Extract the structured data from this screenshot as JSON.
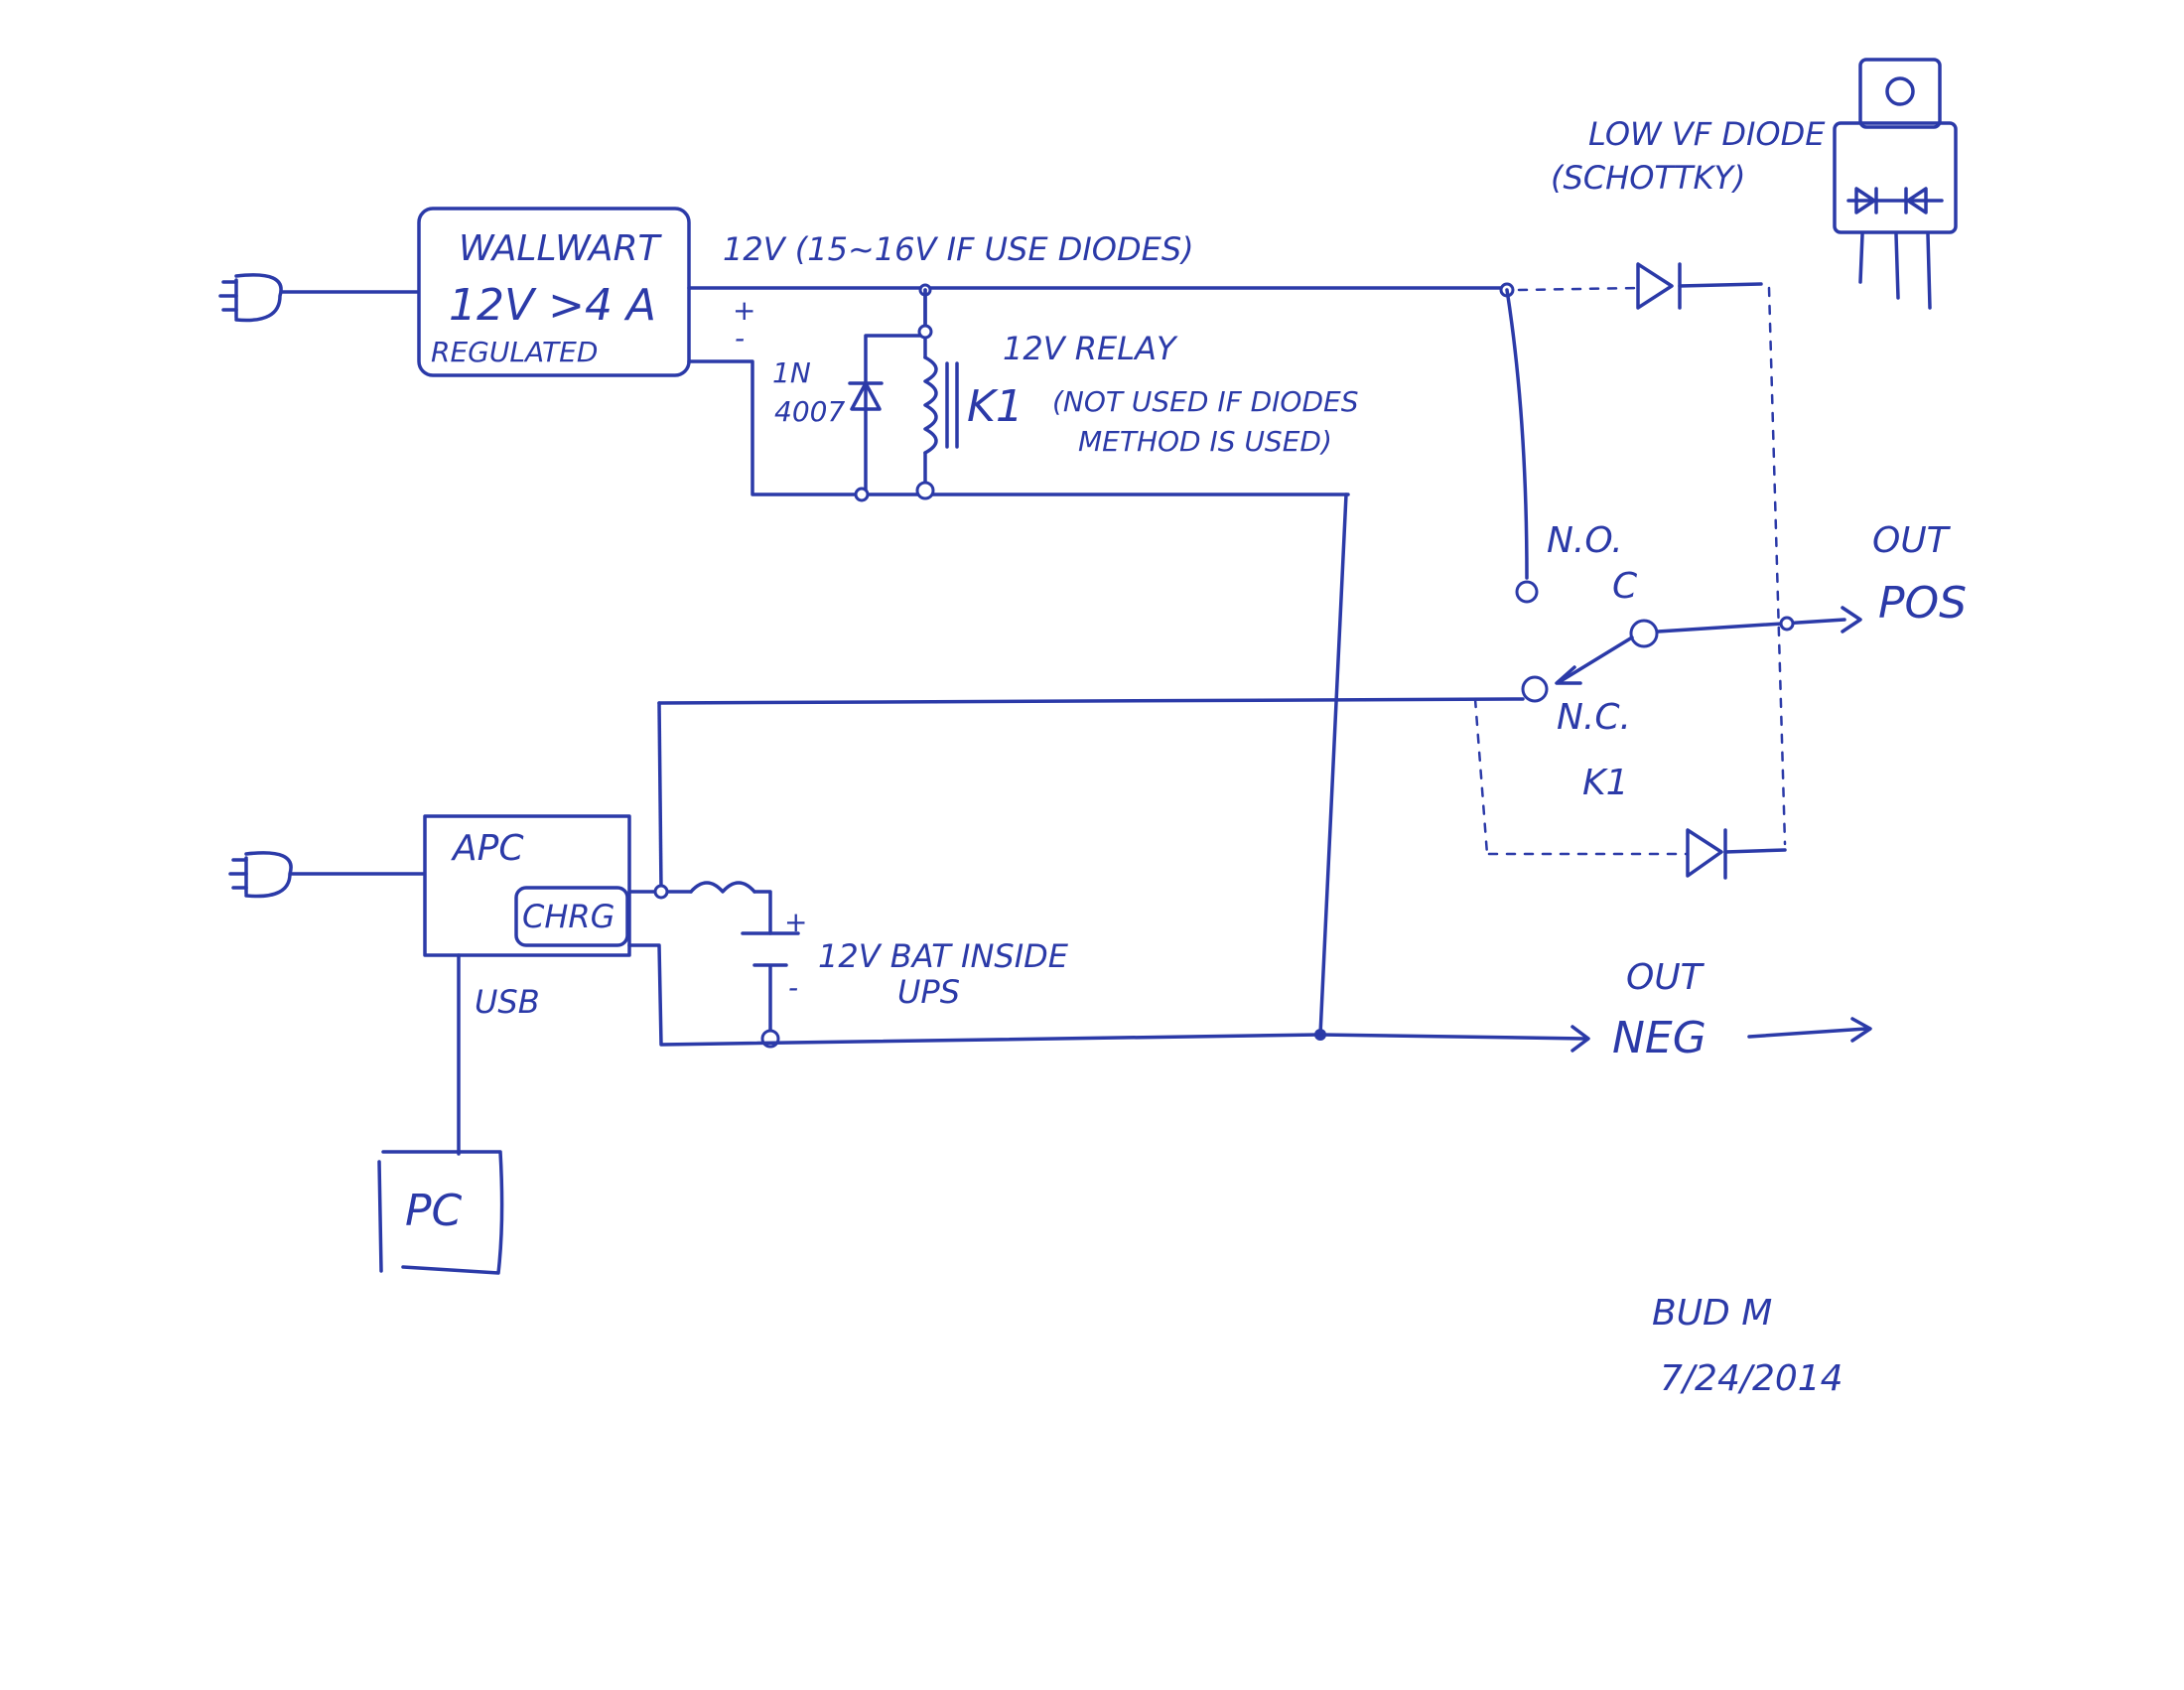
{
  "wallwart": {
    "name": "WALLWART",
    "rating": "12V >4 A",
    "type": "REGULATED"
  },
  "supply_line": {
    "label": "12V (15~16V IF USE DIODES)"
  },
  "polarity": {
    "plus": "+",
    "minus": "-"
  },
  "flyback_diode": {
    "part_line1": "1N",
    "part_line2": "4007"
  },
  "relay": {
    "title": "12V RELAY",
    "ref": "K1",
    "note_line1": "(NOT USED IF DIODES",
    "note_line2": "METHOD IS USED)",
    "contact_no": "N.O.",
    "contact_c": "C",
    "contact_nc": "N.C.",
    "ref_lower": "K1"
  },
  "schottky": {
    "line1": "LOW VF DIODE",
    "line2": "(SCHOTTKY)"
  },
  "outputs": {
    "pos_line1": "OUT",
    "pos_line2": "POS",
    "neg_line1": "OUT",
    "neg_line2": "NEG"
  },
  "ups": {
    "name": "APC",
    "charger": "CHRG",
    "usb": "USB",
    "battery": "12V BAT INSIDE",
    "battery_line2": "UPS",
    "bat_plus": "+",
    "bat_minus": "-"
  },
  "pc": {
    "label": "PC"
  },
  "signature": {
    "name": "BUD M",
    "date": "7/24/2014"
  },
  "colors": {
    "ink": "#2b3aa8",
    "paper": "#ffffff"
  }
}
